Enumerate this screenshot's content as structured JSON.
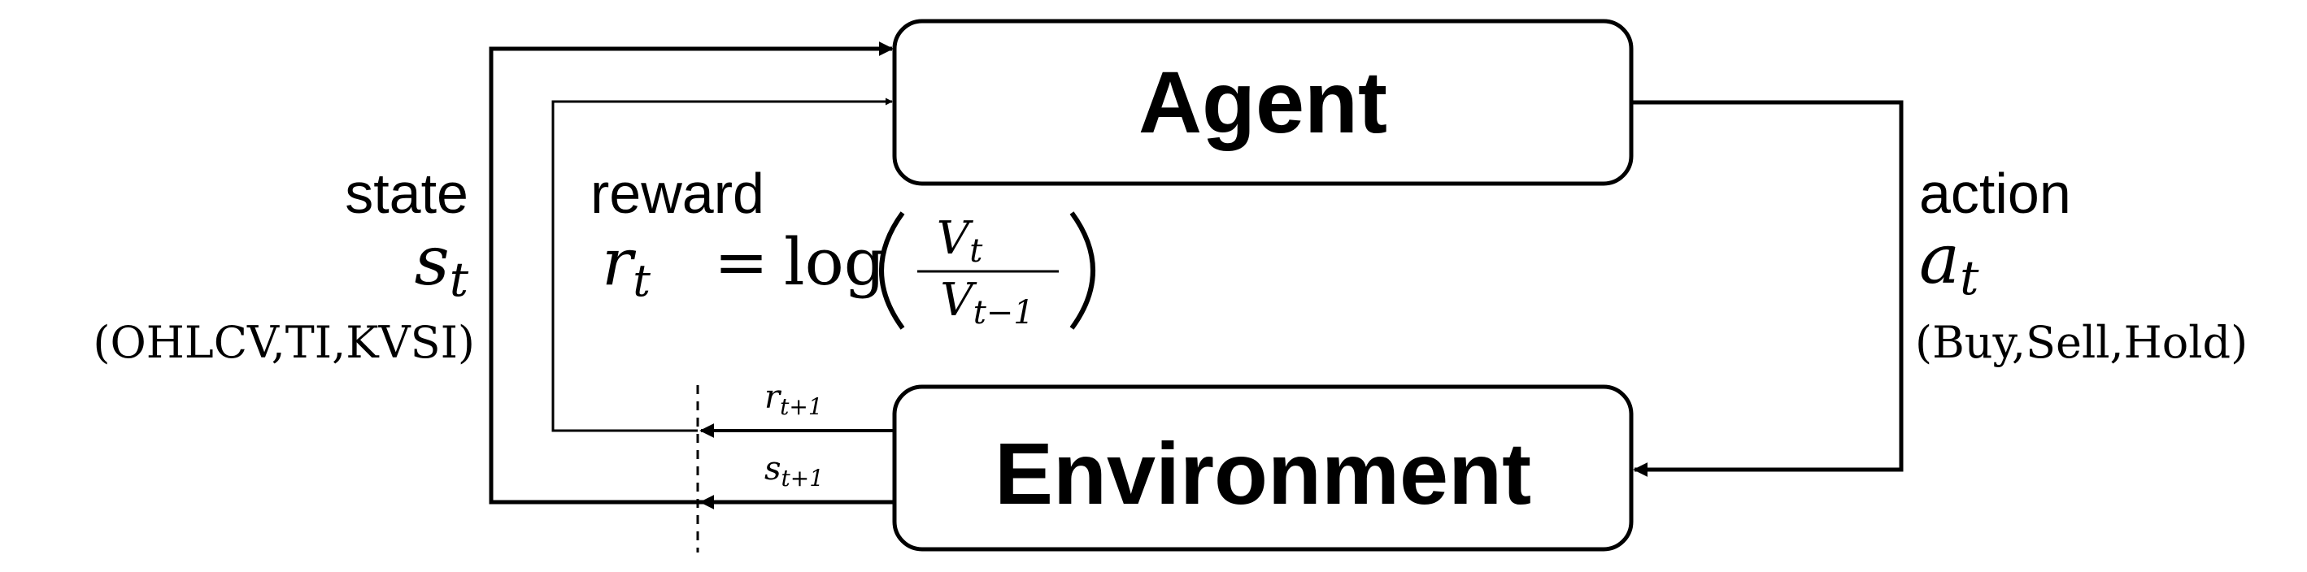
{
  "agent": {
    "label": "Agent"
  },
  "environment": {
    "label": "Environment"
  },
  "state": {
    "label": "state",
    "symbol": "s",
    "subscript": "t",
    "detail": "(OHLCV,TI,KVSI)"
  },
  "action": {
    "label": "action",
    "symbol": "a",
    "subscript": "t",
    "detail": "(Buy,Sell,Hold)"
  },
  "reward": {
    "label": "reward",
    "lhs_symbol": "r",
    "lhs_subscript": "t",
    "equals": "=",
    "func": "log",
    "num_symbol": "V",
    "num_subscript": "t",
    "den_symbol": "V",
    "den_subscript": "t−1"
  },
  "feedback": {
    "reward_symbol": "r",
    "reward_subscript": "t+1",
    "state_symbol": "s",
    "state_subscript": "t+1"
  }
}
